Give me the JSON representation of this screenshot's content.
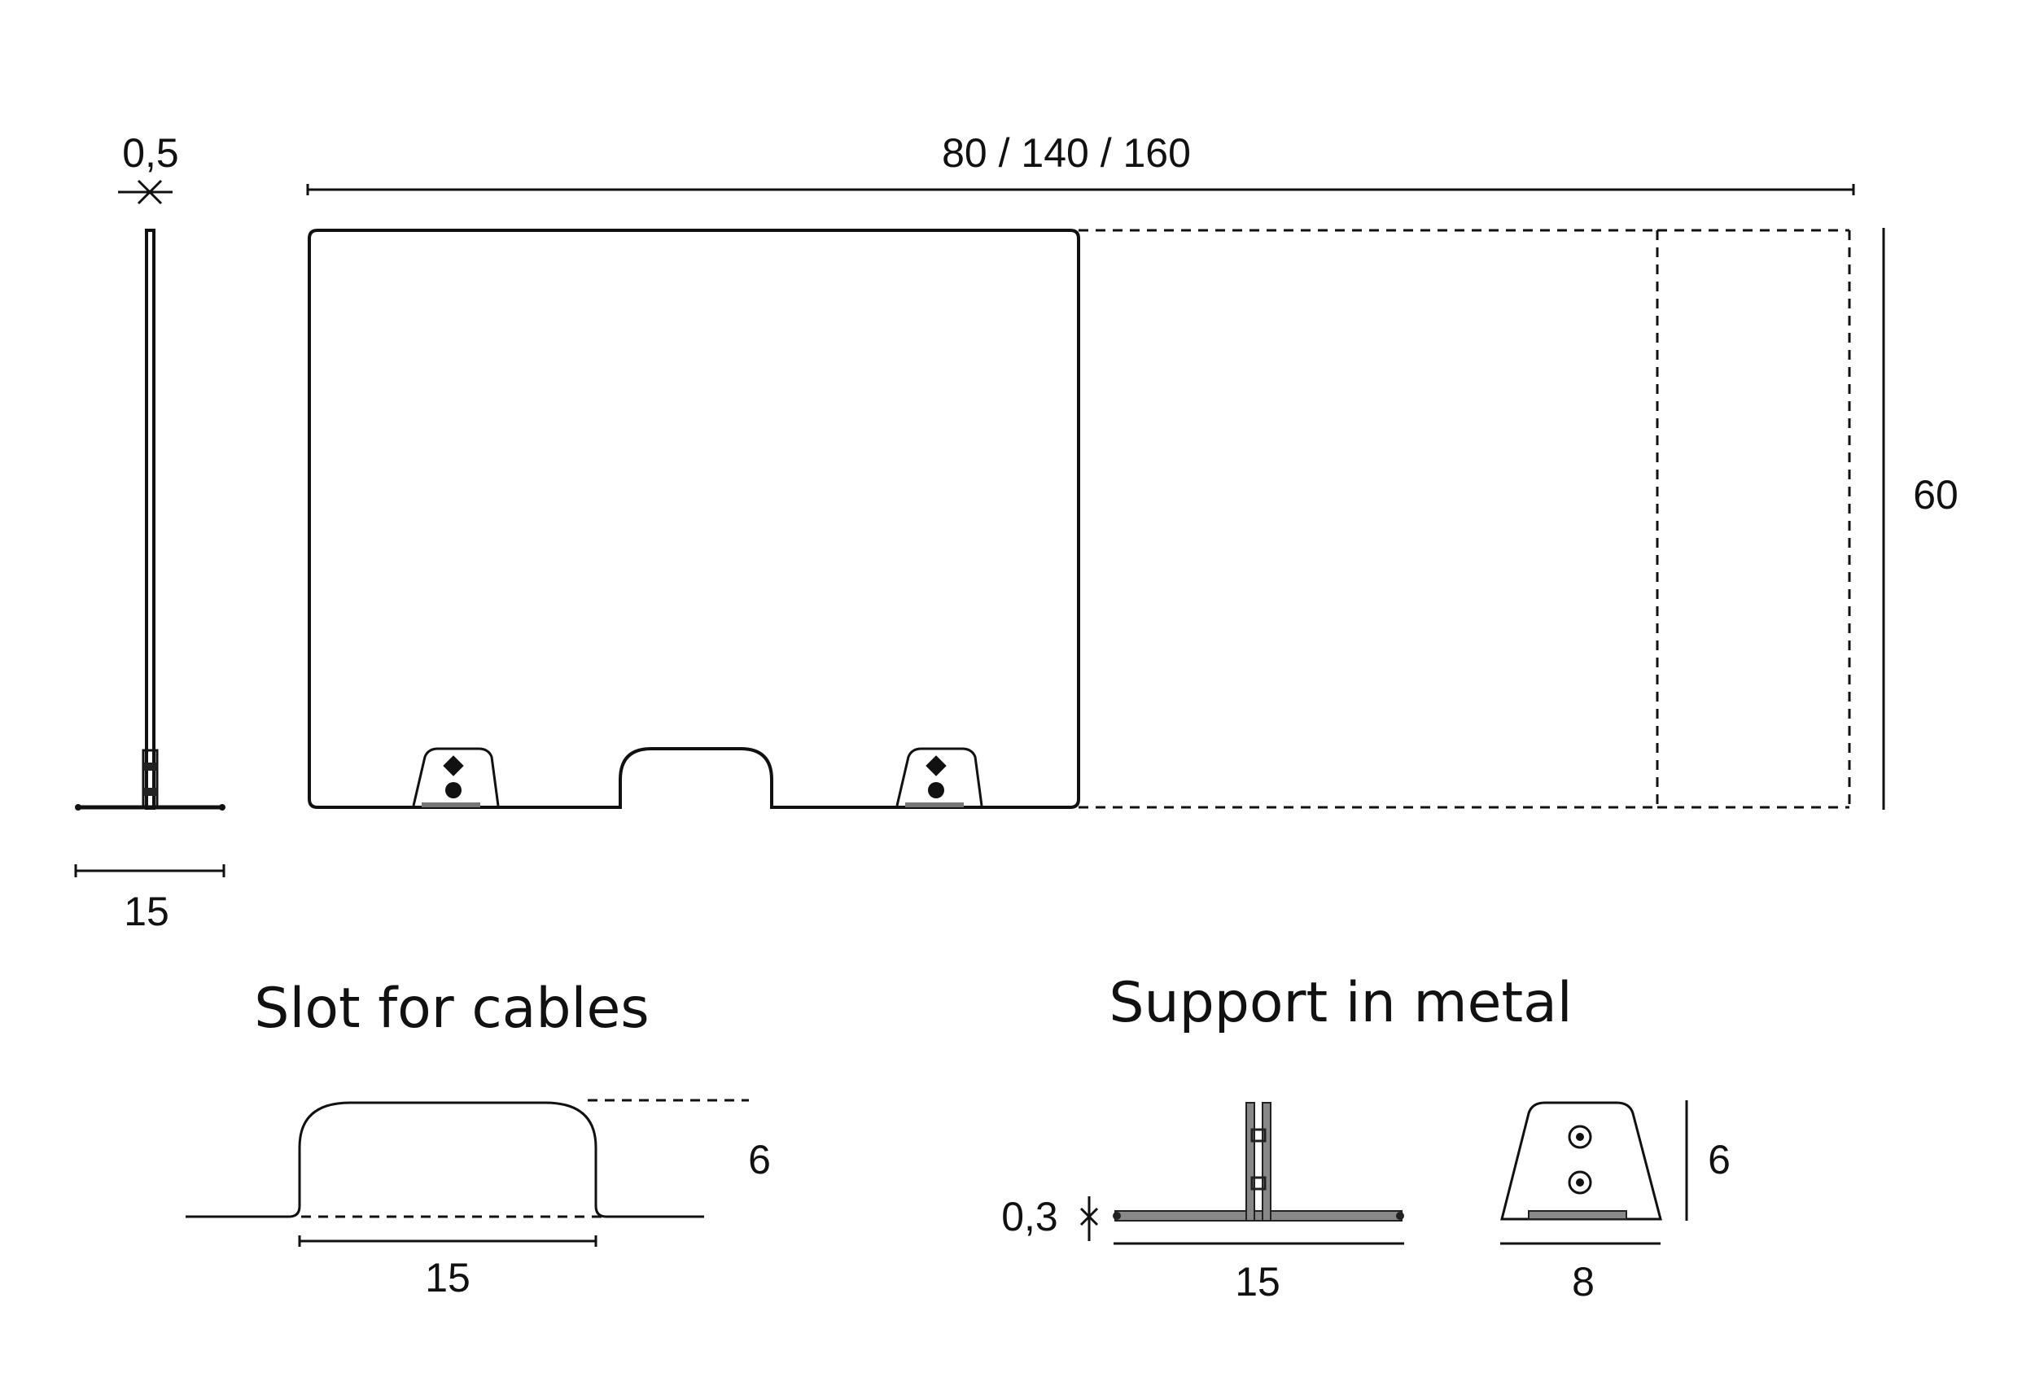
{
  "dimensions": {
    "thickness": "0,5",
    "width": "80 / 140 / 160",
    "height": "60",
    "side_base": "15"
  },
  "slot": {
    "title": "Slot for cables",
    "height": "6",
    "width": "15"
  },
  "support": {
    "title": "Support in metal",
    "thickness": "0,3",
    "length": "15",
    "height": "6",
    "width": "8"
  }
}
